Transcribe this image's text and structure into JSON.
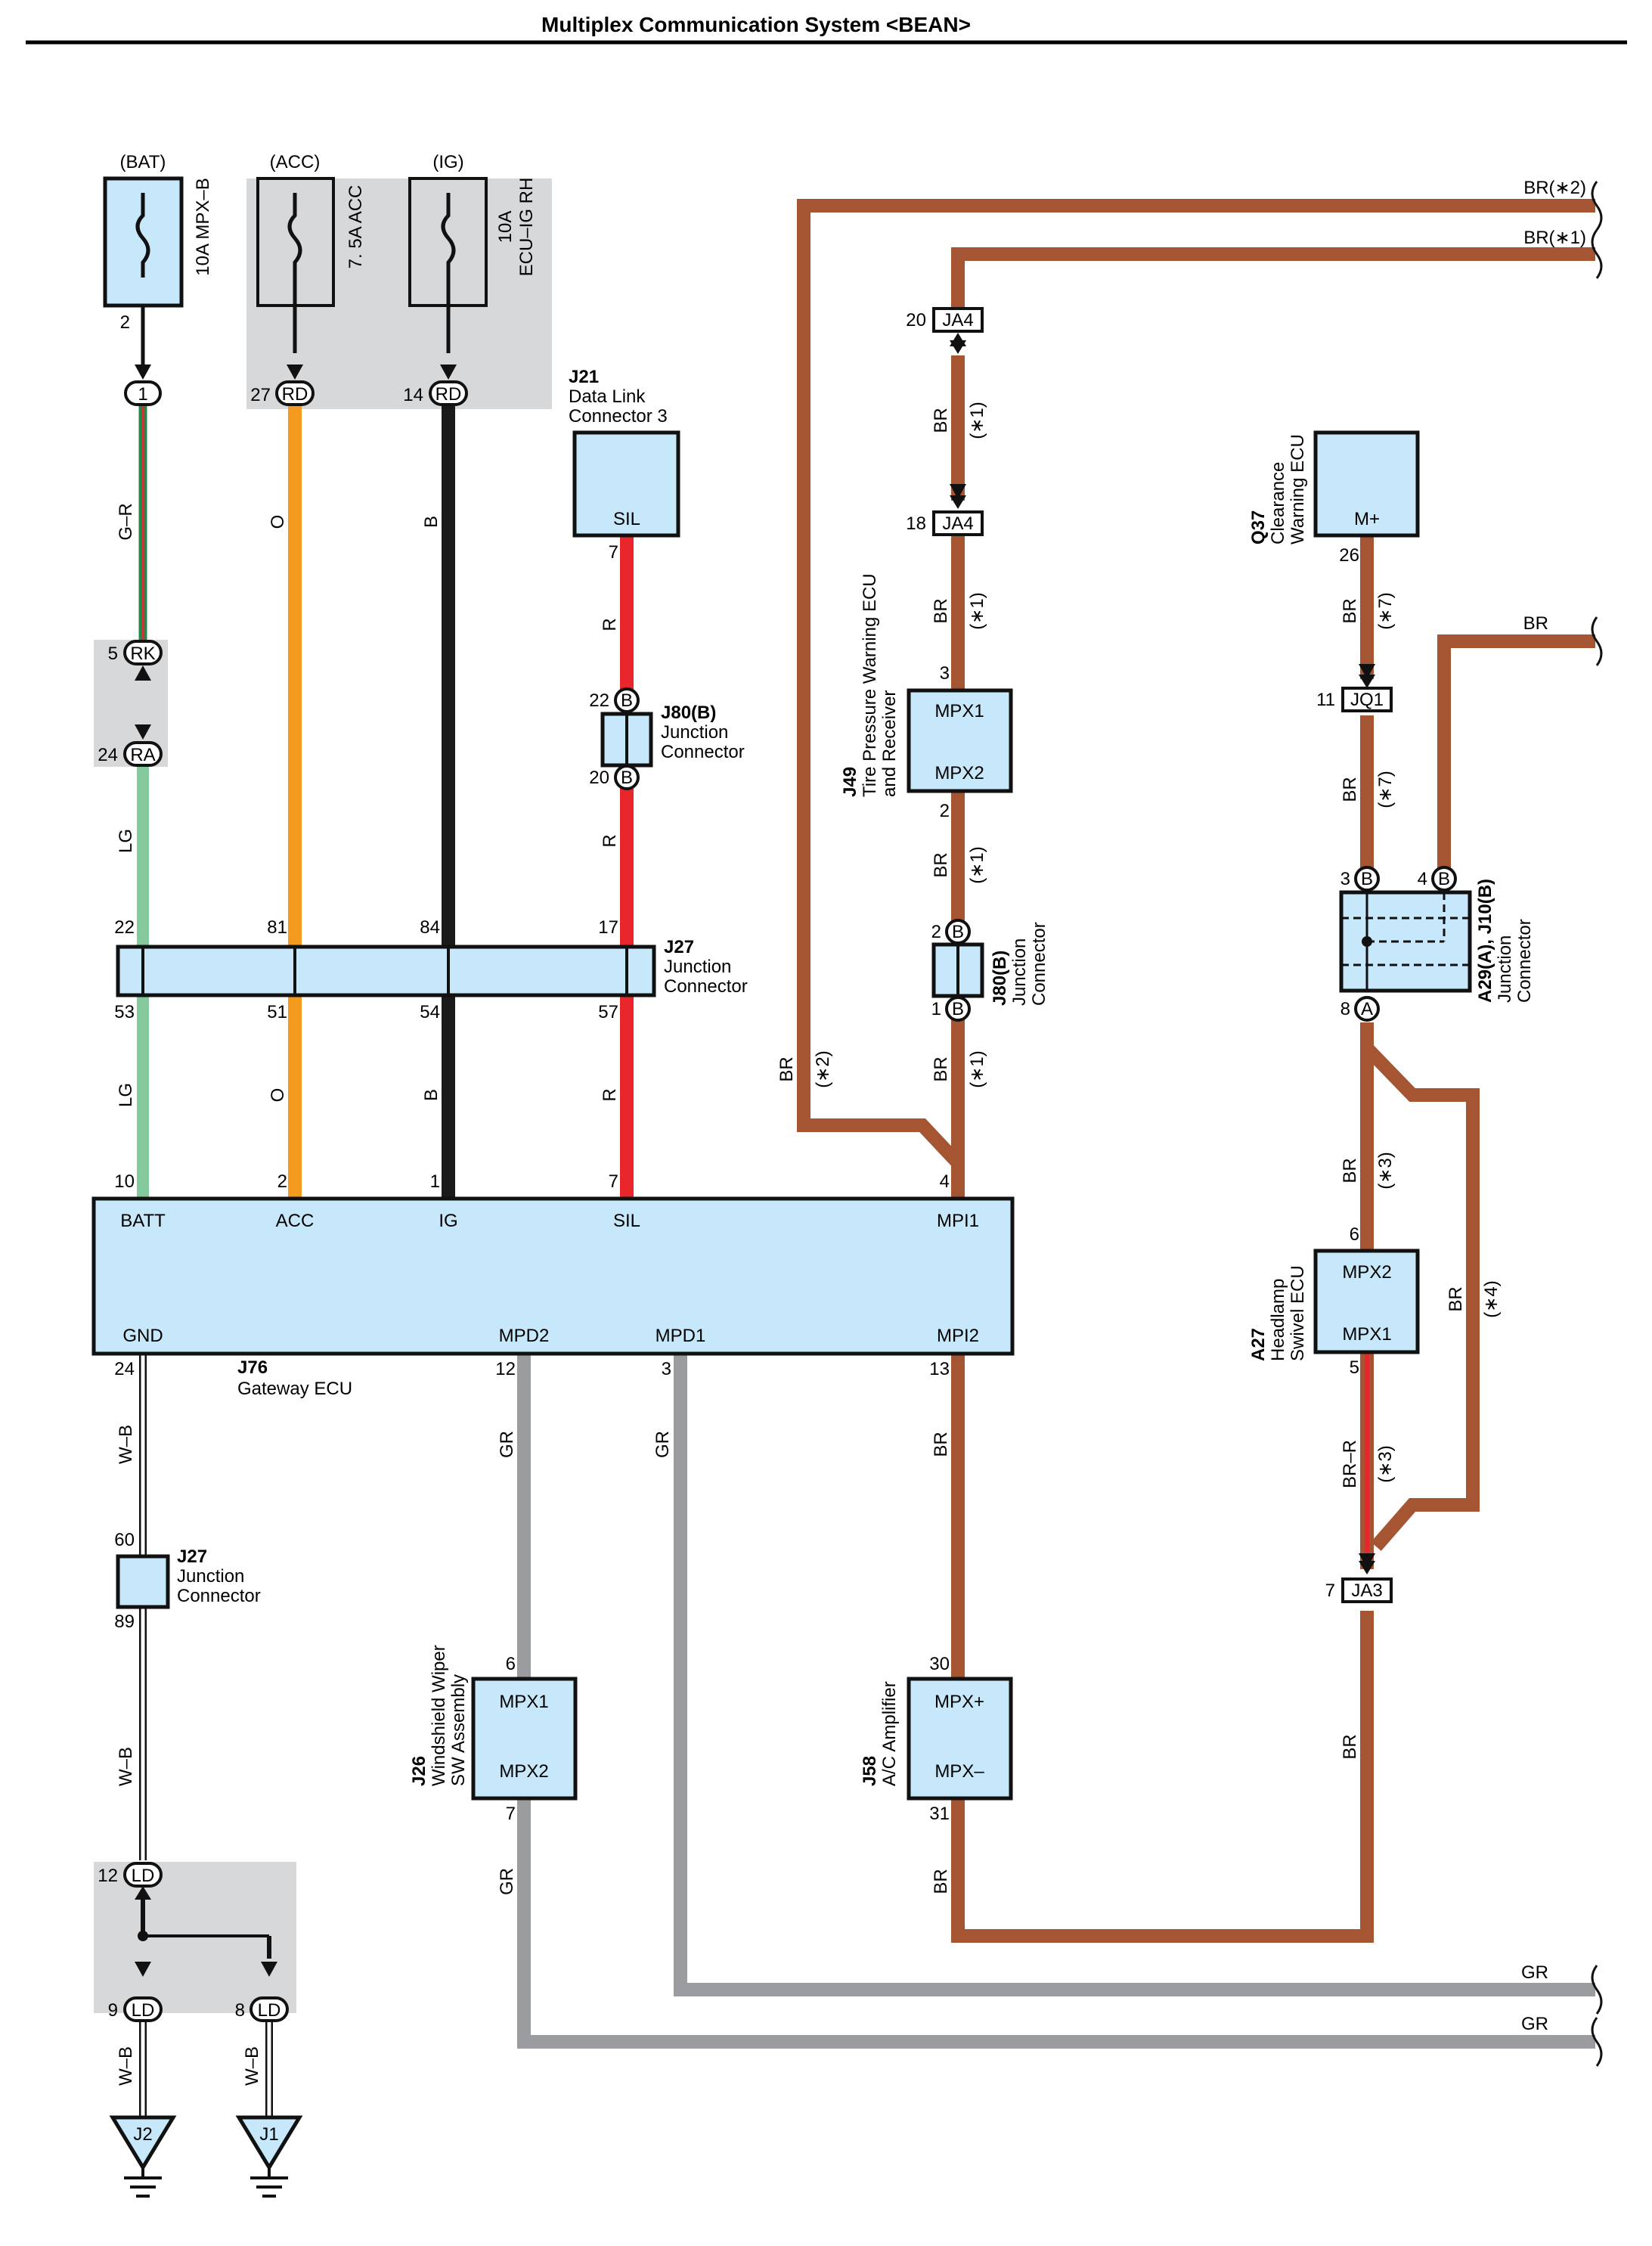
{
  "title": "Multiplex Communication System <BEAN>",
  "colors": {
    "BR": "#a65532",
    "O": "#f39a1f",
    "B": "#1a1a1a",
    "R": "#e8262c",
    "LG": "#84c99b",
    "GR": "#9a9c9f",
    "G": "#1f8a4c",
    "W": "#ffffff",
    "box_fill": "#c6e8fa",
    "shade": "#d7d8da"
  },
  "fuses": [
    {
      "supply": "(BAT)",
      "rating": "10A MPX–B"
    },
    {
      "supply": "(ACC)",
      "rating": "7. 5A ACC"
    },
    {
      "supply": "(IG)",
      "rating_line1": "10A",
      "rating_line2": "ECU–IG RH"
    }
  ],
  "components": {
    "j21": {
      "id": "J21",
      "line1": "Data Link",
      "line2": "Connector 3",
      "pin": "SIL"
    },
    "j80_top": {
      "id": "J80(B)",
      "line1": "Junction",
      "line2": "Connector"
    },
    "j27_mid": {
      "id": "J27",
      "line1": "Junction",
      "line2": "Connector"
    },
    "j76": {
      "id": "J76",
      "name": "Gateway ECU",
      "pins": {
        "batt": "BATT",
        "acc": "ACC",
        "ig": "IG",
        "sil": "SIL",
        "mpi1": "MPI1",
        "gnd": "GND",
        "mpd2": "MPD2",
        "mpd1": "MPD1",
        "mpi2": "MPI2"
      }
    },
    "j27_low": {
      "id": "J27",
      "line1": "Junction",
      "line2": "Connector"
    },
    "j26": {
      "id": "J26",
      "line1": "Windshield Wiper",
      "line2": "SW Assembly",
      "pin_top": "MPX1",
      "pin_bottom": "MPX2"
    },
    "j58": {
      "id": "J58",
      "name": "A/C Amplifier",
      "pin_top": "MPX+",
      "pin_bottom": "MPX–"
    },
    "j49": {
      "id": "J49",
      "line1": "Tire Pressure Warning ECU",
      "line2": "and Receiver",
      "pin_top": "MPX1",
      "pin_bottom": "MPX2"
    },
    "j80_right": {
      "id": "J80(B)",
      "line1": "Junction",
      "line2": "Connector"
    },
    "q37": {
      "id": "Q37",
      "line1": "Clearance",
      "line2": "Warning ECU",
      "pin": "M+"
    },
    "a29": {
      "id": "A29(A), J10(B)",
      "line1": "Junction",
      "line2": "Connector"
    },
    "a27": {
      "id": "A27",
      "line1": "Headlamp",
      "line2": "Swivel ECU",
      "pin_top": "MPX2",
      "pin_bottom": "MPX1"
    }
  },
  "connectors": {
    "c1": "1",
    "rd1": "RD",
    "rd2": "RD",
    "rk": "RK",
    "ra": "RA",
    "b22": "B",
    "b20": "B",
    "ja4_top": "JA4",
    "ja4_mid": "JA4",
    "b2": "B",
    "b1": "B",
    "jq1": "JQ1",
    "b3": "B",
    "b4": "B",
    "a8": "A",
    "ja3": "JA3",
    "ld12": "LD",
    "ld9": "LD",
    "ld8": "LD",
    "j2": "J2",
    "j1": "J1"
  },
  "pins": {
    "p2": "2",
    "p27": "27",
    "p14": "14",
    "p7a": "7",
    "p5": "5",
    "p24a": "24",
    "p22a": "22",
    "p20": "20",
    "p22b": "22",
    "p81": "81",
    "p84": "84",
    "p17": "17",
    "p53": "53",
    "p51": "51",
    "p54": "54",
    "p57": "57",
    "p10": "10",
    "p2b": "2",
    "p1": "1",
    "p7b": "7",
    "p4": "4",
    "p24b": "24",
    "p12": "12",
    "p3": "3",
    "p13": "13",
    "p60": "60",
    "p89": "89",
    "p6a": "6",
    "p7c": "7",
    "p30": "30",
    "p31": "31",
    "p12b": "12",
    "p9": "9",
    "p8": "8",
    "p20b": "20",
    "p18": "18",
    "p3b": "3",
    "p2c": "2",
    "p2d": "2",
    "p1b": "1",
    "p26": "26",
    "p11": "11",
    "p3c": "3",
    "p4b": "4",
    "p8b": "8",
    "p6b": "6",
    "p5b": "5",
    "p7d": "7"
  },
  "wire_labels": {
    "gr_top": "G–R",
    "o1": "O",
    "b1": "B",
    "r1": "R",
    "lg1": "LG",
    "r2": "R",
    "lg2": "LG",
    "o2": "O",
    "b2": "B",
    "r3": "R",
    "wb1": "W–B",
    "gr1": "GR",
    "gr2": "GR",
    "br_acamp": "BR",
    "wb2": "W–B",
    "gr3": "GR",
    "br_acamp2": "BR",
    "wb3": "W–B",
    "wb4": "W–B",
    "br_tp1": "BR",
    "br_tp2": "BR",
    "br_tp3": "BR",
    "br_tp4": "BR",
    "br_left": "BR",
    "br_q1": "BR",
    "br_q2": "BR",
    "br_s3": "BR",
    "br_s4": "BR",
    "brr": "BR–R",
    "br_bottom": "BR",
    "br_star2_right": "BR(∗2)",
    "br_star1_right": "BR(∗1)",
    "br_right": "BR",
    "gr_right1": "GR",
    "gr_right2": "GR"
  },
  "notes": {
    "s1": "(∗1)",
    "s2": "(∗2)",
    "s3": "(∗3)",
    "s4": "(∗4)",
    "s7": "(∗7)"
  }
}
